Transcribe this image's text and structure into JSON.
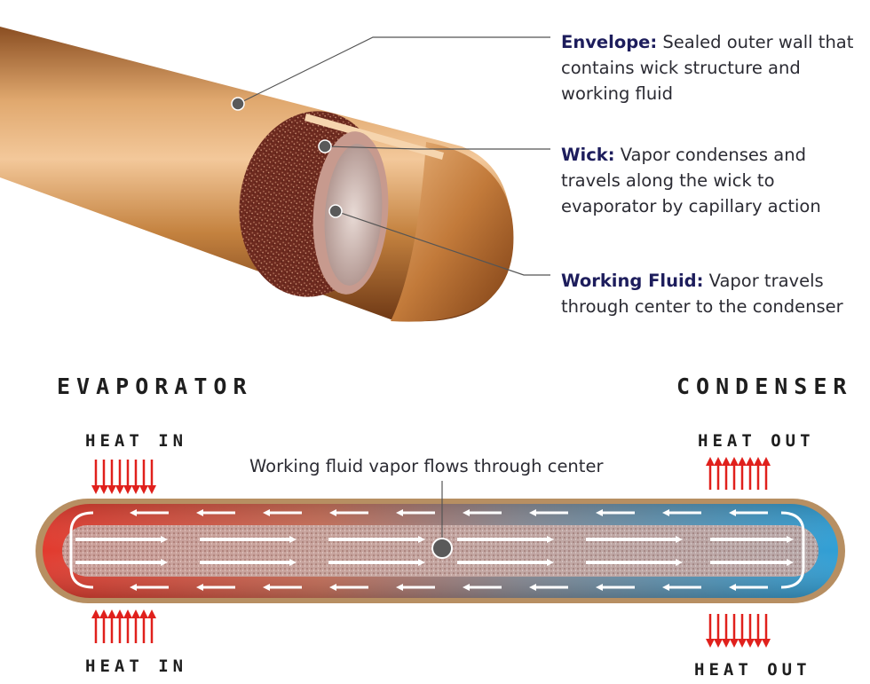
{
  "labels": {
    "envelope": {
      "term": "Envelope:",
      "desc_1": " Sealed outer wall that",
      "desc_2": "contains wick structure and",
      "desc_3": "working fluid"
    },
    "wick": {
      "term": "Wick:",
      "desc_1": " Vapor condenses and",
      "desc_2": "travels along the wick to",
      "desc_3": "evaporator by capillary action"
    },
    "working_fluid": {
      "term": "Working Fluid:",
      "desc_1": " Vapor travels",
      "desc_2": "through center to the condenser"
    }
  },
  "lower": {
    "evaporator": "EVAPORATOR",
    "condenser": "CONDENSER",
    "heat_in_top": "HEAT IN",
    "heat_in_bottom": "HEAT IN",
    "heat_out_top": "HEAT OUT",
    "heat_out_bottom": "HEAT OUT",
    "center_note": "Working fluid vapor flows through center"
  },
  "colors": {
    "copper": "#c98a4e",
    "wick": "#7a3426",
    "hot": "#e23a2e",
    "cold": "#2f9fd6",
    "arrow_red": "#e0201c",
    "callout_dot": "#5a5a5a"
  }
}
